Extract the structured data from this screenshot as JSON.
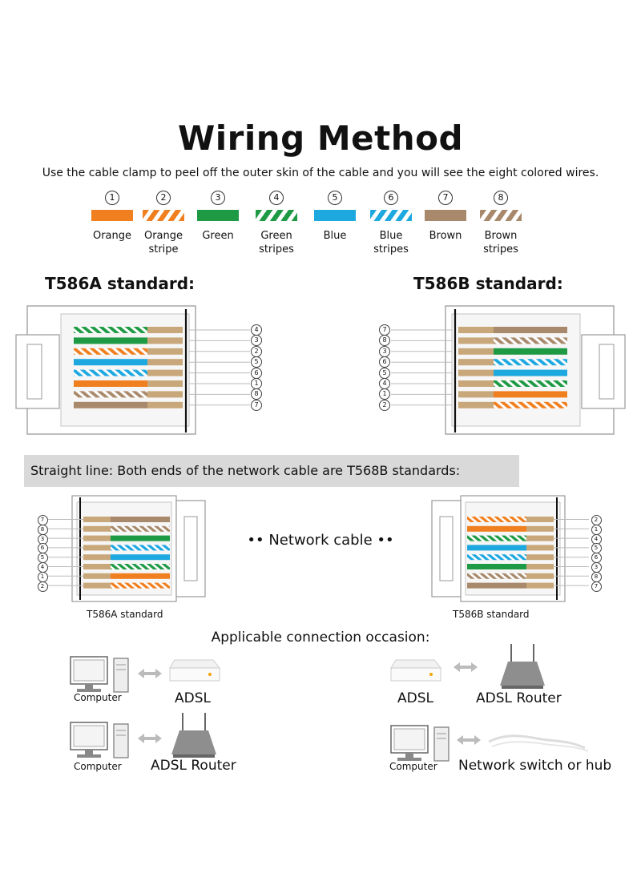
{
  "title": "Wiring Method",
  "subtitle": "Use the cable clamp to peel off the outer skin of the cable and you will see the eight colored wires.",
  "legend": [
    {
      "num": "1",
      "label": [
        "Orange"
      ],
      "color": "#f07f1f",
      "striped": false
    },
    {
      "num": "2",
      "label": [
        "Orange",
        "stripe"
      ],
      "color": "#f07f1f",
      "striped": true
    },
    {
      "num": "3",
      "label": [
        "Green"
      ],
      "color": "#1f9a44",
      "striped": false
    },
    {
      "num": "4",
      "label": [
        "Green",
        "stripes"
      ],
      "color": "#1f9a44",
      "striped": true
    },
    {
      "num": "5",
      "label": [
        "Blue"
      ],
      "color": "#1ea8e0",
      "striped": false
    },
    {
      "num": "6",
      "label": [
        "Blue",
        "stripes"
      ],
      "color": "#1ea8e0",
      "striped": true
    },
    {
      "num": "7",
      "label": [
        "Brown"
      ],
      "color": "#a8896b",
      "striped": false
    },
    {
      "num": "8",
      "label": [
        "Brown",
        "stripes"
      ],
      "color": "#a8896b",
      "striped": true
    }
  ],
  "standard_a": {
    "heading": "T586A standard:",
    "order": [
      "4",
      "3",
      "2",
      "5",
      "6",
      "1",
      "8",
      "7"
    ]
  },
  "standard_b": {
    "heading": "T586B standard:",
    "order": [
      "7",
      "8",
      "3",
      "6",
      "5",
      "4",
      "1",
      "2"
    ]
  },
  "straight": {
    "banner": "Straight line: Both ends of the network cable are T568B standards:",
    "middle": "Network cable",
    "left_caption": "T586A standard",
    "right_caption": "T586B standard",
    "left_order": [
      "7",
      "8",
      "3",
      "6",
      "5",
      "4",
      "1",
      "2"
    ],
    "right_order": [
      "2",
      "1",
      "4",
      "5",
      "6",
      "3",
      "8",
      "7"
    ]
  },
  "applicable": {
    "heading": "Applicable connection occasion:",
    "computer": "Computer",
    "adsl": "ADSL",
    "adsl_router": "ADSL Router",
    "switch": "Network switch or hub"
  },
  "colors": {
    "banner": "#d9d9d9",
    "copper": "#c8a77a"
  }
}
